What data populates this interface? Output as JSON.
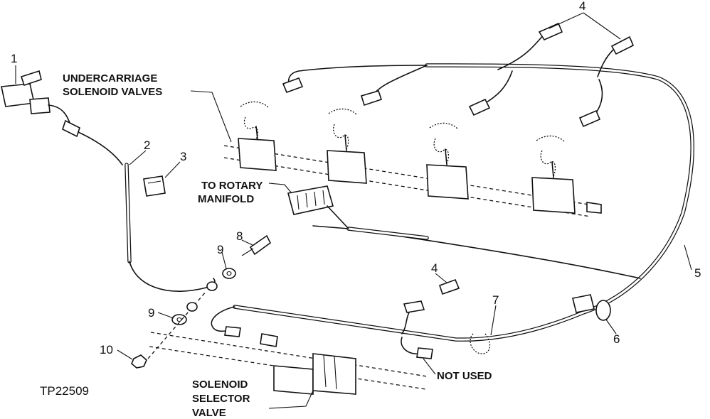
{
  "figure_id": "TP22509",
  "labels": {
    "undercarriage_line1": "UNDERCARRIAGE",
    "undercarriage_line2": "SOLENOID VALVES",
    "rotary_line1": "TO ROTARY",
    "rotary_line2": "MANIFOLD",
    "selector_line1": "SOLENOID",
    "selector_line2": "SELECTOR",
    "selector_line3": "VALVE",
    "not_used": "NOT USED"
  },
  "callouts": {
    "n1": "1",
    "n2": "2",
    "n3": "3",
    "n4a": "4",
    "n4b": "4",
    "n5": "5",
    "n6": "6",
    "n7": "7",
    "n8": "8",
    "n9a": "9",
    "n9b": "9",
    "n10": "10"
  }
}
